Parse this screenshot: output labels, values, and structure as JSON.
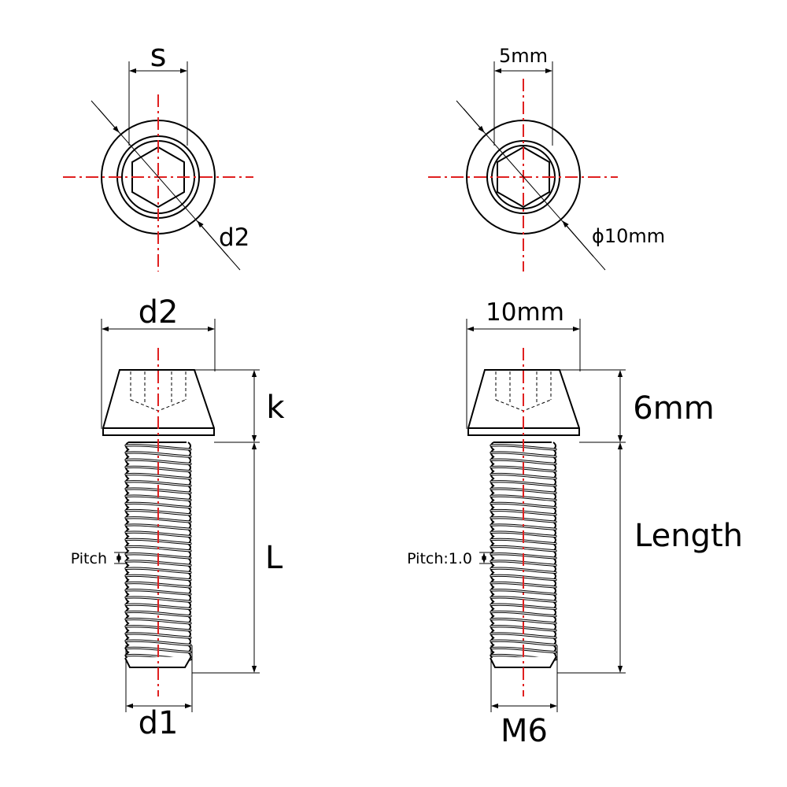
{
  "colors": {
    "line": "#000000",
    "centerline": "#e02020",
    "background": "#ffffff"
  },
  "symbolic": {
    "top_label_s": "s",
    "top_label_d2": "d2",
    "head_width_label": "d2",
    "head_height_label": "k",
    "length_label": "L",
    "pitch_label": "Pitch",
    "thread_label": "d1"
  },
  "actual": {
    "top_label_socket": "5mm",
    "top_label_diameter": "ϕ10mm",
    "head_width_label": "10mm",
    "head_height_label": "6mm",
    "length_label": "Length",
    "pitch_label": "Pitch:1.0",
    "thread_label": "M6"
  }
}
